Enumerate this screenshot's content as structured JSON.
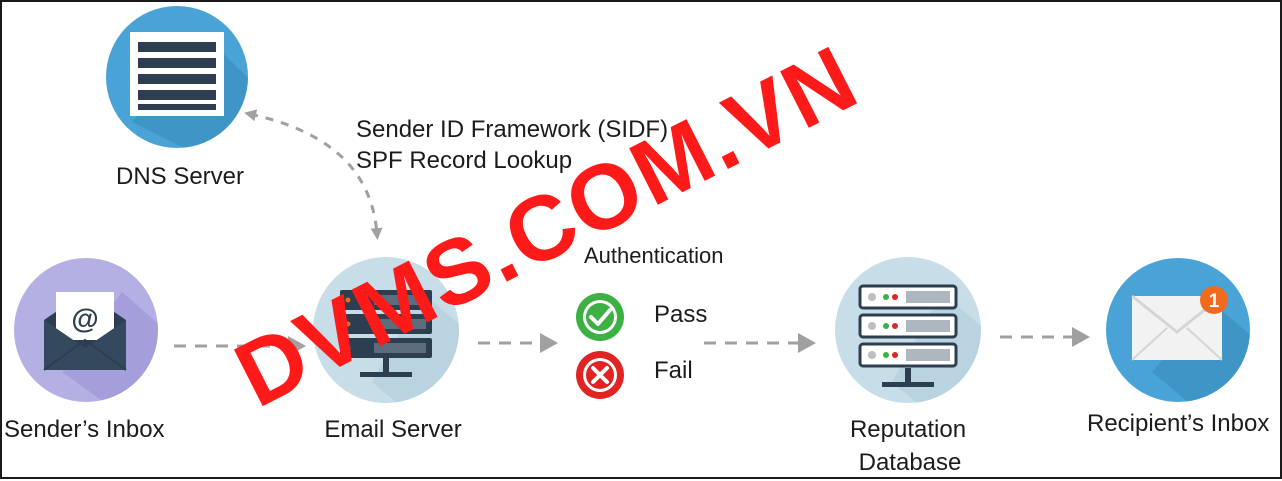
{
  "nodes": {
    "dns_server": {
      "label": "DNS Server"
    },
    "senders_inbox": {
      "label": "Sender’s Inbox"
    },
    "email_server": {
      "label": "Email Server"
    },
    "reputation_db": {
      "label_line1": "Reputation",
      "label_line2": "Database"
    },
    "recipients_inbox": {
      "label": "Recipient’s Inbox",
      "badge": "1"
    }
  },
  "lookup": {
    "line1": "Sender ID Framework (SIDF)",
    "line2": "SPF Record Lookup"
  },
  "authentication": {
    "title": "Authentication",
    "pass": "Pass",
    "fail": "Fail"
  },
  "watermark": "DVMS.COM.VN",
  "colors": {
    "blue_circle": "#4aa3d6",
    "light_blue_circle": "#c7dde8",
    "purple_circle": "#b4b0e4",
    "dark_navy": "#2c3e50",
    "pass_green": "#3cb043",
    "fail_red": "#e02424",
    "badge_orange": "#f26a1b",
    "arrow_gray": "#a0a0a0",
    "watermark_red": "#ff1a1a"
  },
  "icons": [
    "server-rack-icon",
    "envelope-at-icon",
    "server-icon",
    "check-icon",
    "x-icon",
    "database-server-icon",
    "mail-icon",
    "notification-badge-icon"
  ]
}
